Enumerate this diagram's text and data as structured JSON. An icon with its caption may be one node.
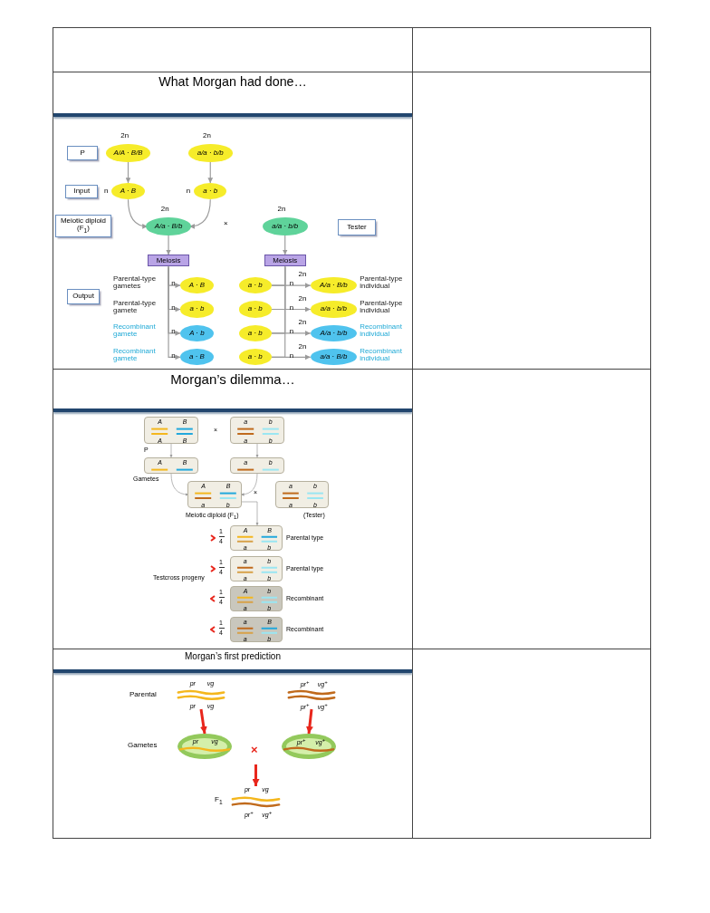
{
  "diagram": {
    "nodes": [
      {
        "text": [
          "What Morgan had done…"
        ]
      },
      {
        "text": [
          "P"
        ],
        "in": 0
      },
      {
        "text": [
          "Input"
        ],
        "in": 0
      },
      {
        "text": [
          "Meiotic diploid (F$_{1}$)"
        ],
        "in": 0
      },
      {
        "text": [
          "Tester"
        ],
        "in": 0
      },
      {
        "text": [
          "Output"
        ],
        "in": 0
      },
      {
        "text": [
          "A/A · B/B"
        ],
        "in": 0,
        "beside": [
          "2n"
        ]
      },
      {
        "text": [
          "a/a · b/b"
        ],
        "in": 0,
        "beside": [
          "2n"
        ]
      },
      {
        "text": [
          "A · B"
        ],
        "in": 0,
        "beside": [
          "n"
        ]
      },
      {
        "text": [
          "a · b"
        ],
        "in": 0,
        "beside": [
          "n"
        ]
      },
      {
        "text": [
          "A/a · B/b"
        ],
        "in": 0,
        "beside": [
          "2n"
        ]
      },
      {
        "text": [
          "a/a · b/b"
        ],
        "in": 0,
        "beside": [
          "2n"
        ]
      },
      {
        "text": [
          "Meiosis"
        ],
        "in": 0
      },
      {
        "text": [
          "Meiosis"
        ],
        "in": 0
      },
      {
        "text": [
          "A · B"
        ],
        "in": 0,
        "beside": [
          "Parental-type gametes",
          "n"
        ]
      },
      {
        "text": [
          "a · b"
        ],
        "in": 0,
        "beside": [
          "Parental-type gamete",
          "n"
        ]
      },
      {
        "text": [
          "A · b"
        ],
        "in": 0,
        "beside": [
          "Recombinant gamete",
          "n"
        ]
      },
      {
        "text": [
          "a · B"
        ],
        "in": 0,
        "beside": [
          "Recombinant gamete",
          "n"
        ]
      },
      {
        "text": [
          "a · b"
        ],
        "in": 0,
        "beside": [
          "n"
        ]
      },
      {
        "text": [
          "a · b"
        ],
        "in": 0,
        "beside": [
          "n"
        ]
      },
      {
        "text": [
          "a · b"
        ],
        "in": 0,
        "beside": [
          "n"
        ]
      },
      {
        "text": [
          "a · b"
        ],
        "in": 0,
        "beside": [
          "n"
        ]
      },
      {
        "text": [
          "A/a · B/b"
        ],
        "in": 0,
        "beside": [
          "2n",
          "Parental-type individual"
        ]
      },
      {
        "text": [
          "a/a · b/b"
        ],
        "in": 0,
        "beside": [
          "2n",
          "Parental-type individual"
        ]
      },
      {
        "text": [
          "A/a · b/b"
        ],
        "in": 0,
        "beside": [
          "2n",
          "Recombinant individual"
        ]
      },
      {
        "text": [
          "a/a · B/b"
        ],
        "in": 0,
        "beside": [
          "2n",
          "Recombinant individual"
        ]
      },
      {
        "text": [
          "Morgan’s dilemma…"
        ]
      },
      {
        "text": [
          "A",
          "B",
          "A",
          "B"
        ],
        "in": 26
      },
      {
        "text": [
          "a",
          "b",
          "a",
          "b"
        ],
        "in": 26
      },
      {
        "text": [
          "A",
          "B"
        ],
        "in": 26
      },
      {
        "text": [
          "a",
          "b"
        ],
        "in": 26
      },
      {
        "text": [
          "A",
          "B",
          "a",
          "b"
        ],
        "in": 26,
        "beside": [
          "Meiotic diploid (F$_{1}$)"
        ]
      },
      {
        "text": [
          "a",
          "b",
          "a",
          "b"
        ],
        "in": 26,
        "beside": [
          "(Tester)"
        ]
      },
      {
        "text": [
          "A",
          "B",
          "a",
          "b"
        ],
        "in": 26,
        "beside": [
          "1",
          "4",
          "Parental type"
        ]
      },
      {
        "text": [
          "a",
          "b",
          "a",
          "b"
        ],
        "in": 26,
        "beside": [
          "1",
          "4",
          "Parental type"
        ]
      },
      {
        "text": [
          "A",
          "b",
          "a",
          "b"
        ],
        "in": 26,
        "beside": [
          "1",
          "4",
          "Recombinant"
        ]
      },
      {
        "text": [
          "a",
          "B",
          "a",
          "b"
        ],
        "in": 26,
        "beside": [
          "1",
          "4",
          "Recombinant"
        ]
      },
      {
        "text": [
          "Morgan’s first prediction"
        ]
      },
      {
        "text": [
          "pr",
          "vg",
          "pr",
          "vg"
        ],
        "in": 37
      },
      {
        "text": [
          "pr$^{+}$",
          "vg$^{+}$",
          "pr$^{+}$",
          "vg$^{+}$"
        ],
        "in": 37
      },
      {
        "text": [
          "pr",
          "vg"
        ],
        "in": 37
      },
      {
        "text": [
          "pr$^{+}$",
          "vg$^{+}$"
        ],
        "in": 37
      },
      {
        "text": [
          "pr",
          "vg",
          "pr$^{+}$",
          "vg$^{+}$"
        ],
        "in": 37
      }
    ],
    "edges": [
      {
        "from": 6,
        "to": 8,
        "arrow": "to"
      },
      {
        "from": 7,
        "to": 9,
        "arrow": "to"
      },
      {
        "from": 8,
        "to": 10,
        "arrow": "to"
      },
      {
        "from": 9,
        "to": 10,
        "arrow": "to"
      },
      {
        "from": 10,
        "to": 12,
        "arrow": "to"
      },
      {
        "from": 11,
        "to": 13,
        "arrow": "to"
      },
      {
        "from": 12,
        "to": 14,
        "arrow": "to"
      },
      {
        "from": 12,
        "to": 15,
        "arrow": "to"
      },
      {
        "from": 12,
        "to": 16,
        "arrow": "to"
      },
      {
        "from": 12,
        "to": 17,
        "arrow": "to"
      },
      {
        "from": 13,
        "to": 18,
        "arrow": "none"
      },
      {
        "from": 13,
        "to": 19,
        "arrow": "none"
      },
      {
        "from": 13,
        "to": 20,
        "arrow": "none"
      },
      {
        "from": 13,
        "to": 21,
        "arrow": "none"
      },
      {
        "from": 18,
        "to": 22,
        "arrow": "to"
      },
      {
        "from": 19,
        "to": 23,
        "arrow": "to"
      },
      {
        "from": 20,
        "to": 24,
        "arrow": "to"
      },
      {
        "from": 21,
        "to": 25,
        "arrow": "to"
      },
      {
        "from": 27,
        "to": 29,
        "arrow": "to"
      },
      {
        "from": 28,
        "to": 30,
        "arrow": "to"
      },
      {
        "from": 29,
        "to": 31,
        "arrow": "to"
      },
      {
        "from": 30,
        "to": 31,
        "arrow": "to"
      },
      {
        "from": 31,
        "to": 33,
        "arrow": "to"
      },
      {
        "from": 38,
        "to": 40,
        "arrow": "to",
        "style": "thick",
        "color": "#e8261c"
      },
      {
        "from": 39,
        "to": 41,
        "arrow": "to",
        "style": "thick",
        "color": "#e8261c"
      },
      {
        "from": null,
        "to": 42,
        "arrow": "to",
        "style": "thick",
        "color": "#e8261c"
      }
    ],
    "labels": [
      "×",
      "×",
      "P",
      "Gametes",
      "×",
      "Testcross progeny",
      "Parental",
      "Gametes",
      "×",
      "F$_{1}$"
    ]
  }
}
